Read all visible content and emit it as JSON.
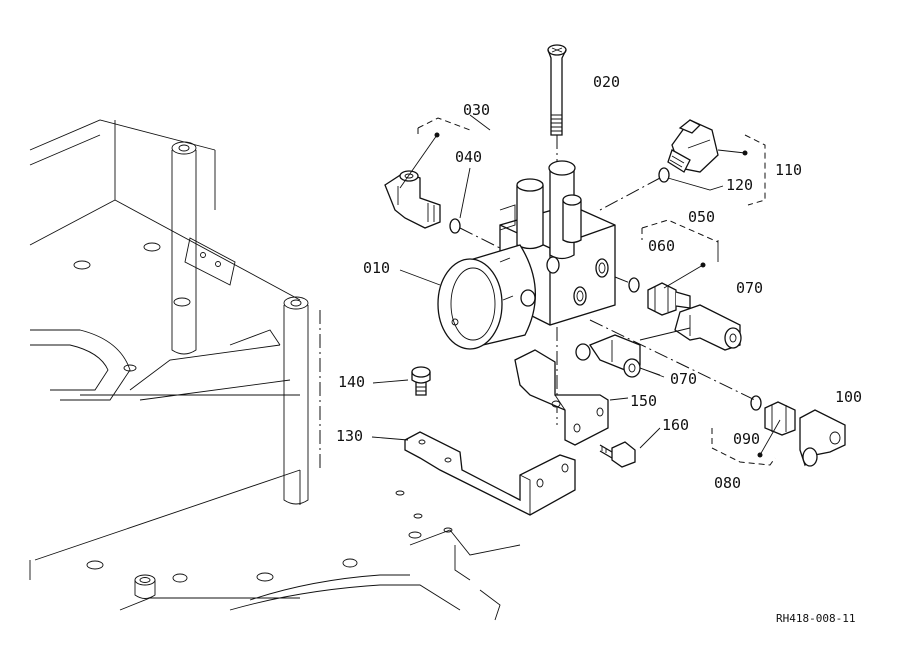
{
  "callouts": {
    "p010": "010",
    "p020": "020",
    "p030": "030",
    "p040": "040",
    "p050": "050",
    "p060": "060",
    "p070a": "070",
    "p070b": "070",
    "p080": "080",
    "p090": "090",
    "p100": "100",
    "p110": "110",
    "p120": "120",
    "p130": "130",
    "p140": "140",
    "p150": "150",
    "p160": "160"
  },
  "reference": "RH418-008-11"
}
